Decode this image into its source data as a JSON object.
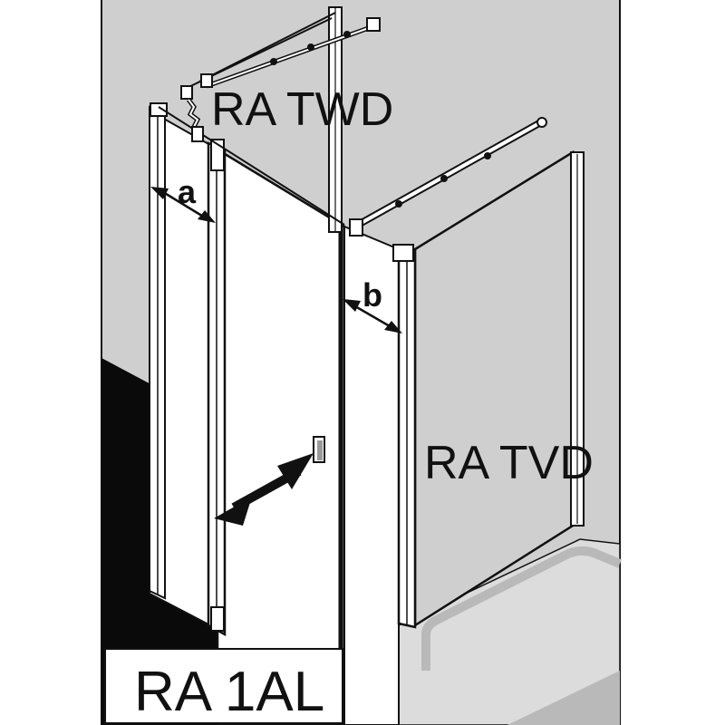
{
  "labels": {
    "top_panel": "RA TWD",
    "side_panel": "RA TVD",
    "dim_a": "a",
    "dim_b": "b",
    "model": "RA 1AL"
  },
  "colors": {
    "background": "#cfcfcf",
    "white": "#ffffff",
    "ink": "#111111",
    "floor_dark": "#0a0a0a",
    "tray": "#dcdcdc",
    "tray_shadow": "#b9b9b9"
  }
}
